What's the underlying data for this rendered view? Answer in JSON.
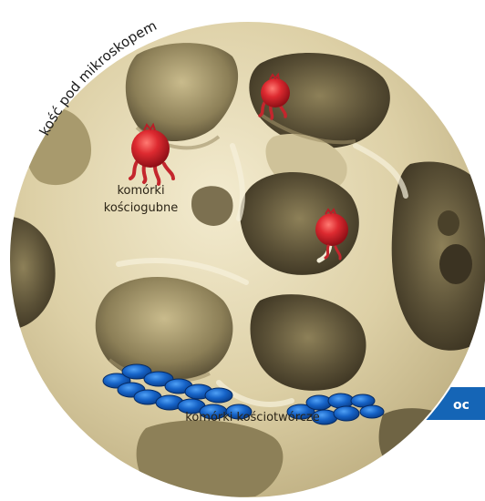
{
  "caption_arc": "kość pod mikroskopem",
  "labels": {
    "osteoclasts_line1": "komórki",
    "osteoclasts_line2": "kościogubne",
    "osteoblasts": "komórki kościotwórcze"
  },
  "banner": {
    "text": "oc",
    "color": "#1565b6"
  },
  "colors": {
    "bone_light": "#efe6c6",
    "bone_mid": "#cdbf93",
    "bone_shadow": "#6e6343",
    "cavity_dark": "#4a412a",
    "osteoclast_red": "#d8252e",
    "osteoblast_blue": "#1663c7"
  }
}
